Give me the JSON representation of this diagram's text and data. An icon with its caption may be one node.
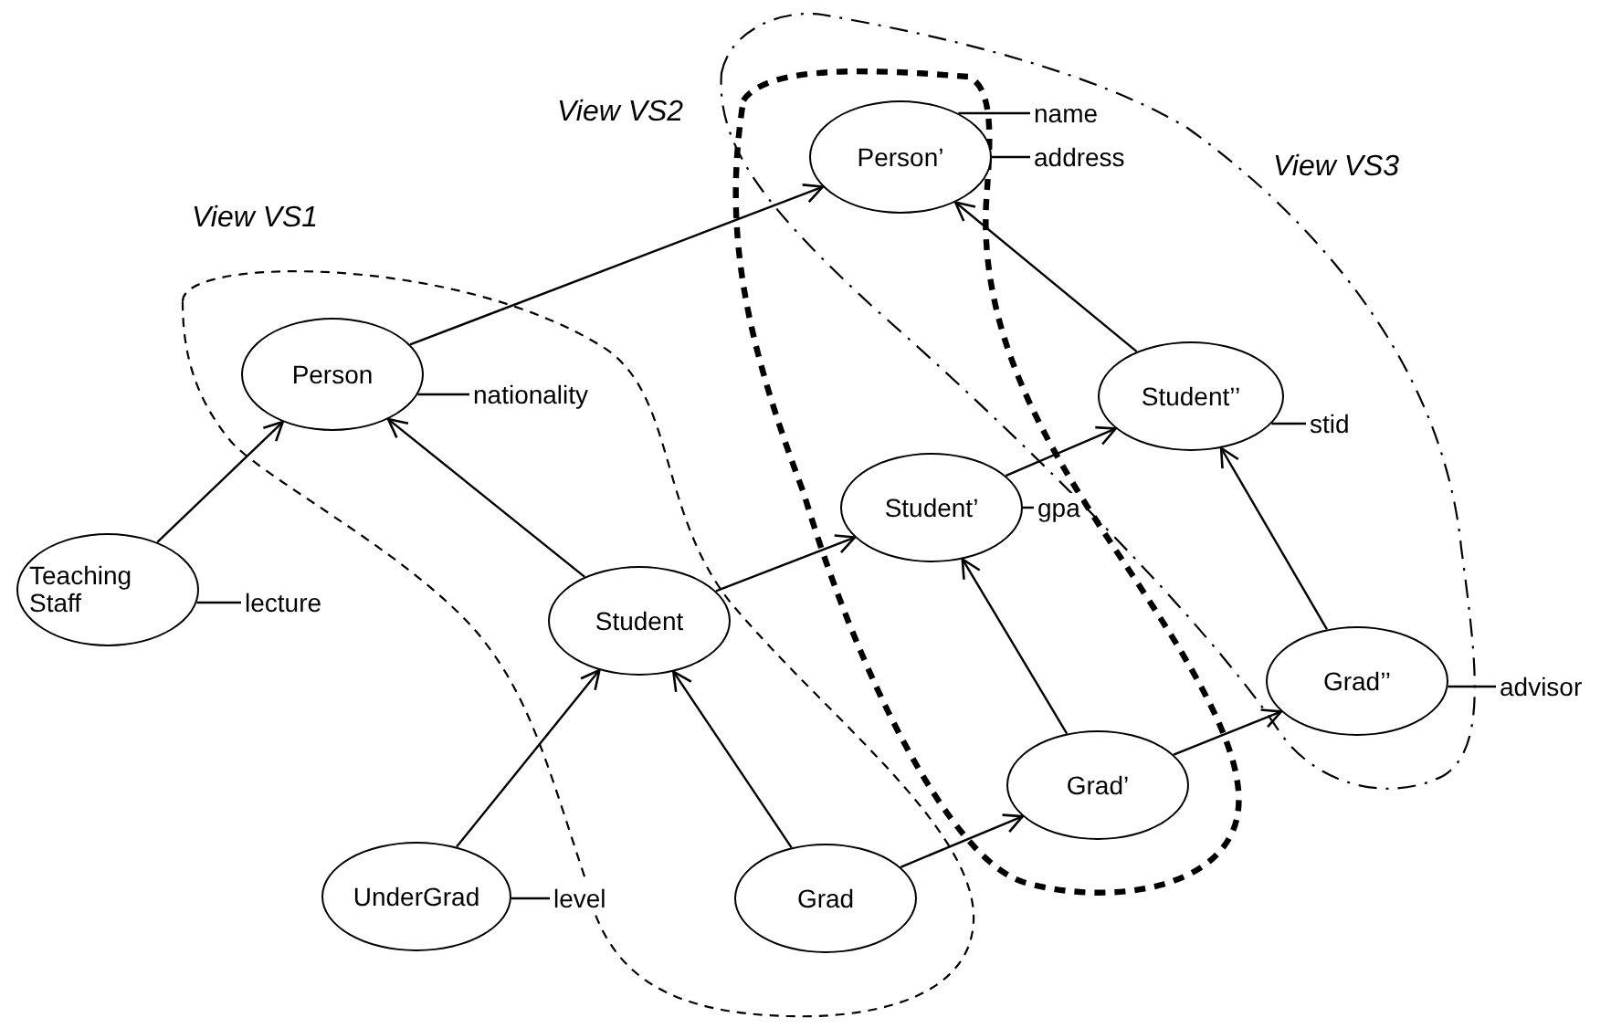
{
  "diagram": {
    "nodes": [
      {
        "text": [
          "name"
        ]
      },
      {
        "text": [
          "Person’"
        ]
      },
      {
        "text": [
          "address"
        ]
      },
      {
        "text": [
          "Person"
        ]
      },
      {
        "text": [
          "nationality"
        ]
      },
      {
        "text": [
          "Student’’"
        ]
      },
      {
        "text": [
          "stid"
        ]
      },
      {
        "text": [
          "Student’"
        ]
      },
      {
        "text": [
          "gpa"
        ]
      },
      {
        "text": [
          "Teaching Staff"
        ]
      },
      {
        "text": [
          "lecture"
        ]
      },
      {
        "text": [
          "Student"
        ]
      },
      {
        "text": [
          "Grad’’"
        ]
      },
      {
        "text": [
          "advisor"
        ]
      },
      {
        "text": [
          "Grad’"
        ]
      },
      {
        "text": [
          "UnderGrad"
        ]
      },
      {
        "text": [
          "level"
        ]
      },
      {
        "text": [
          "Grad"
        ]
      }
    ],
    "edges": [
      {
        "from": 9,
        "to": 3,
        "arrow": "to"
      },
      {
        "from": 11,
        "to": 3,
        "arrow": "to"
      },
      {
        "from": 3,
        "to": 1,
        "arrow": "to"
      },
      {
        "from": 11,
        "to": 7,
        "arrow": "to"
      },
      {
        "from": 15,
        "to": 11,
        "arrow": "to"
      },
      {
        "from": 17,
        "to": 11,
        "arrow": "to"
      },
      {
        "from": 17,
        "to": 14,
        "arrow": "to"
      },
      {
        "from": 7,
        "to": 5,
        "arrow": "to"
      },
      {
        "from": 14,
        "to": 7,
        "arrow": "to"
      },
      {
        "from": 14,
        "to": 12,
        "arrow": "to"
      },
      {
        "from": 5,
        "to": 1,
        "arrow": "to"
      },
      {
        "from": 12,
        "to": 5,
        "arrow": "to"
      },
      {
        "from": 0,
        "to": 1,
        "arrow": "none"
      },
      {
        "from": 2,
        "to": 1,
        "arrow": "none"
      },
      {
        "from": 4,
        "to": 3,
        "arrow": "none"
      },
      {
        "from": 6,
        "to": 5,
        "arrow": "none"
      },
      {
        "from": 8,
        "to": 7,
        "arrow": "none"
      },
      {
        "from": 10,
        "to": 9,
        "arrow": "none"
      },
      {
        "from": 13,
        "to": 12,
        "arrow": "none"
      },
      {
        "from": 16,
        "to": 15,
        "arrow": "none"
      }
    ],
    "labels": [
      "View VS2",
      "View VS3",
      "View VS1"
    ]
  }
}
